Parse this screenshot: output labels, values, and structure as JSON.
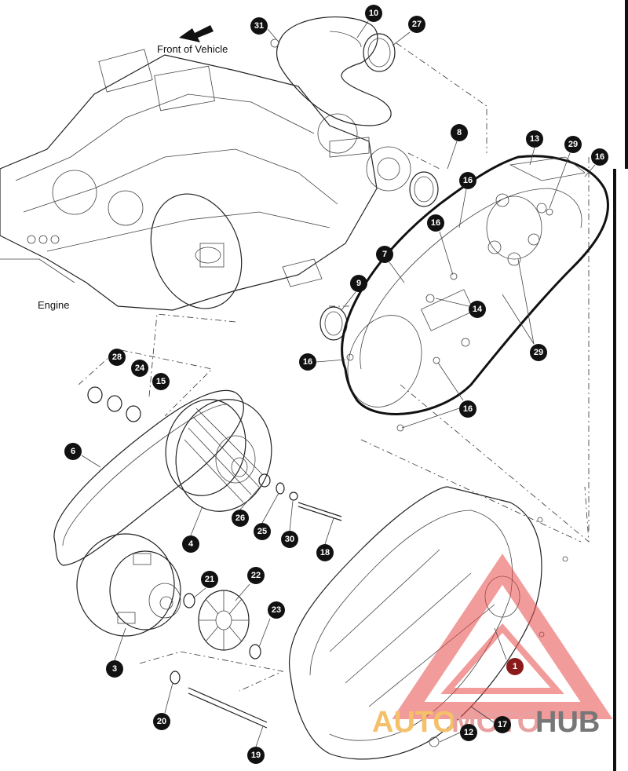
{
  "labels": {
    "front_of_vehicle": "Front of Vehicle",
    "engine": "Engine"
  },
  "callouts": [
    {
      "id": "c1",
      "num": "1",
      "color": "#8b1a1a"
    },
    {
      "id": "c3",
      "num": "3",
      "color": "#111111"
    },
    {
      "id": "c4",
      "num": "4",
      "color": "#111111"
    },
    {
      "id": "c6",
      "num": "6",
      "color": "#111111"
    },
    {
      "id": "c7",
      "num": "7",
      "color": "#111111"
    },
    {
      "id": "c8",
      "num": "8",
      "color": "#111111"
    },
    {
      "id": "c9",
      "num": "9",
      "color": "#111111"
    },
    {
      "id": "c10",
      "num": "10",
      "color": "#111111"
    },
    {
      "id": "c12",
      "num": "12",
      "color": "#111111"
    },
    {
      "id": "c13",
      "num": "13",
      "color": "#111111"
    },
    {
      "id": "c14",
      "num": "14",
      "color": "#111111"
    },
    {
      "id": "c15",
      "num": "15",
      "color": "#111111"
    },
    {
      "id": "c16a",
      "num": "16",
      "color": "#111111"
    },
    {
      "id": "c16b",
      "num": "16",
      "color": "#111111"
    },
    {
      "id": "c16c",
      "num": "16",
      "color": "#111111"
    },
    {
      "id": "c16d",
      "num": "16",
      "color": "#111111"
    },
    {
      "id": "c16e",
      "num": "16",
      "color": "#111111"
    },
    {
      "id": "c17",
      "num": "17",
      "color": "#111111"
    },
    {
      "id": "c18",
      "num": "18",
      "color": "#111111"
    },
    {
      "id": "c19",
      "num": "19",
      "color": "#111111"
    },
    {
      "id": "c20",
      "num": "20",
      "color": "#111111"
    },
    {
      "id": "c21",
      "num": "21",
      "color": "#111111"
    },
    {
      "id": "c22",
      "num": "22",
      "color": "#111111"
    },
    {
      "id": "c23",
      "num": "23",
      "color": "#111111"
    },
    {
      "id": "c24",
      "num": "24",
      "color": "#111111"
    },
    {
      "id": "c25",
      "num": "25",
      "color": "#111111"
    },
    {
      "id": "c26",
      "num": "26",
      "color": "#111111"
    },
    {
      "id": "c27",
      "num": "27",
      "color": "#111111"
    },
    {
      "id": "c28",
      "num": "28",
      "color": "#111111"
    },
    {
      "id": "c29a",
      "num": "29",
      "color": "#111111"
    },
    {
      "id": "c29b",
      "num": "29",
      "color": "#111111"
    },
    {
      "id": "c30",
      "num": "30",
      "color": "#111111"
    },
    {
      "id": "c31",
      "num": "31",
      "color": "#111111"
    }
  ],
  "watermark": {
    "text_a": "AUTO",
    "text_b": "MOTO",
    "text_c": "HUB",
    "color_a": "#f5c06a",
    "color_b": "#e8a0a0",
    "color_c": "#777777",
    "triangle_color": "#e84a4a"
  }
}
